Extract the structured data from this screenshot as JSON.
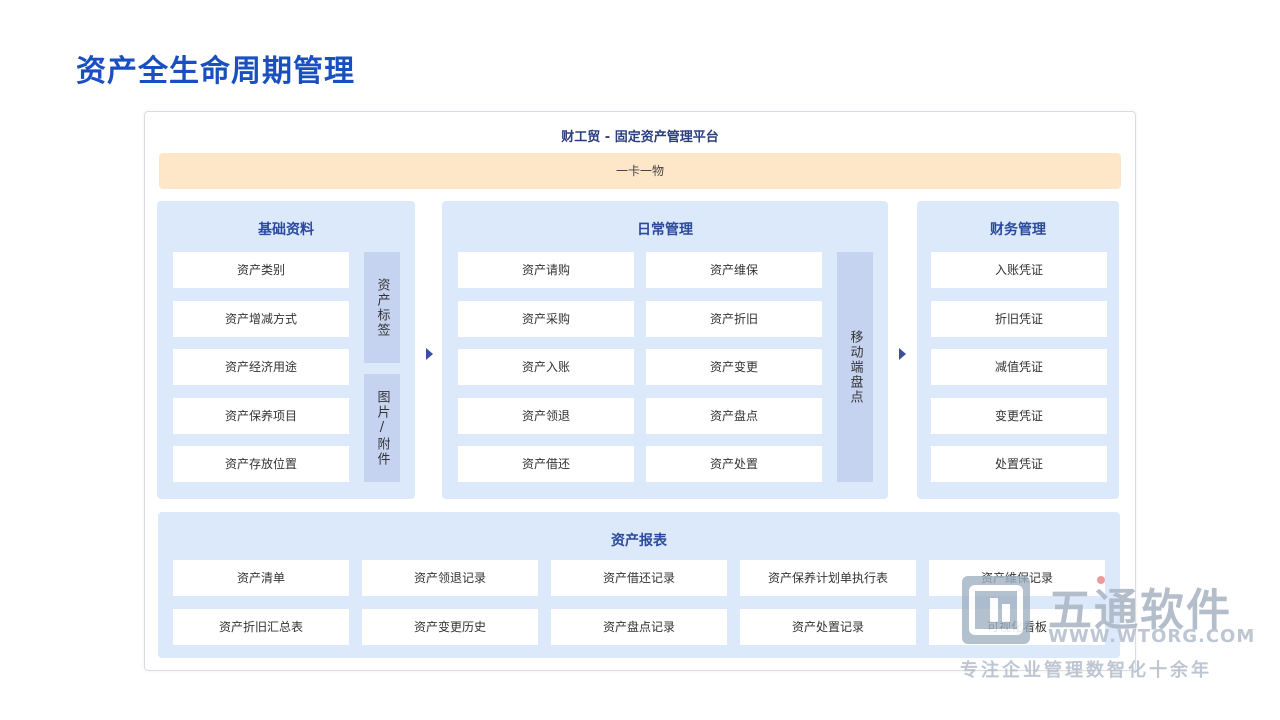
{
  "page_title": "资产全生命周期管理",
  "platform_title": "财工贸 - 固定资产管理平台",
  "card_bar": "一卡一物",
  "basic": {
    "title": "基础资料",
    "items": [
      "资产类别",
      "资产增减方式",
      "资产经济用途",
      "资产保养项目",
      "资产存放位置"
    ],
    "tag_label": "资产标签",
    "attach_label": "图片/附件"
  },
  "daily": {
    "title": "日常管理",
    "col1": [
      "资产请购",
      "资产采购",
      "资产入账",
      "资产领退",
      "资产借还"
    ],
    "col2": [
      "资产维保",
      "资产折旧",
      "资产变更",
      "资产盘点",
      "资产处置"
    ],
    "mobile_label": "移动端盘点"
  },
  "finance": {
    "title": "财务管理",
    "items": [
      "入账凭证",
      "折旧凭证",
      "减值凭证",
      "变更凭证",
      "处置凭证"
    ]
  },
  "reports": {
    "title": "资产报表",
    "row1": [
      "资产清单",
      "资产领退记录",
      "资产借还记录",
      "资产保养计划单执行表",
      "资产维保记录"
    ],
    "row2": [
      "资产折旧汇总表",
      "资产变更历史",
      "资产盘点记录",
      "资产处置记录",
      "可视化看板"
    ]
  },
  "watermark": {
    "name": "五通软件",
    "url": "WWW.WTORG.COM",
    "slogan": "专注企业管理数智化十余年"
  },
  "colors": {
    "title_blue": "#1a4fc0",
    "panel_bg": "#dce9fb",
    "card_bar_bg": "#fde7c8",
    "vertical_label_bg": "#c6d3f0",
    "arrow": "#3b4f9e"
  }
}
